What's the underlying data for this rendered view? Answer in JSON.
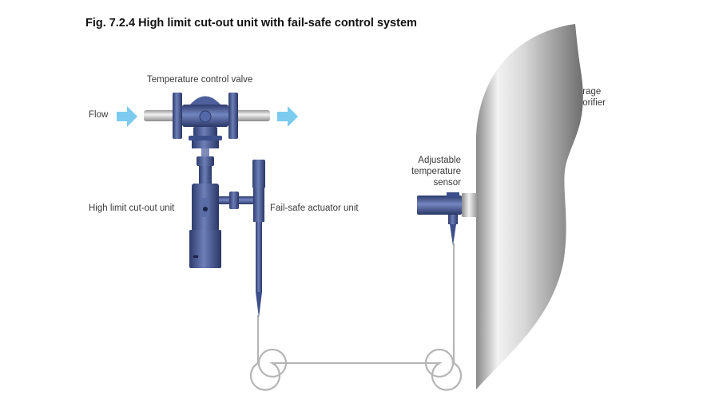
{
  "figure": {
    "title": "Fig. 7.2.4 High limit cut-out unit with fail-safe control system"
  },
  "labels": {
    "flow": "Flow",
    "temperature_control_valve": "Temperature control valve",
    "high_limit_cutout_unit": "High limit cut-out unit",
    "failsafe_actuator_unit": "Fail-safe actuator unit",
    "sensor_line1": "Adjustable",
    "sensor_line2": "temperature",
    "sensor_line3": "sensor",
    "calorifier_line1": "Storage",
    "calorifier_line2": "Calorifier"
  },
  "colors": {
    "flow_arrow": "#7ccbef",
    "component_blue": "#3d4f8a",
    "capillary": "#b5b5b5",
    "calorifier_light": "#f4f4f4",
    "calorifier_dark": "#7a7a7a"
  }
}
